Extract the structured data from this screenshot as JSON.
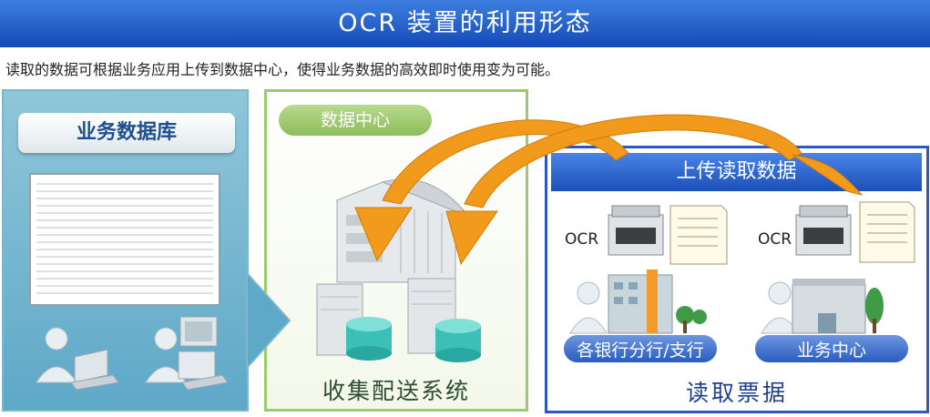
{
  "header": {
    "title": "OCR 装置的利用形态"
  },
  "description": "读取的数据可根据业务应用上传到数据中心，使得业务数据的高效即时使用变为可能。",
  "left_panel": {
    "tab_label": "业务数据库"
  },
  "middle_panel": {
    "pill_label": "数据中心",
    "caption": "收集配送系统"
  },
  "right_panel": {
    "header_label": "上传读取数据",
    "ocr_left": "OCR",
    "ocr_right": "OCR",
    "branch_label": "各银行分行/支行",
    "center_label": "业务中心",
    "caption": "读取票据"
  },
  "colors": {
    "title_blue": "#1449b8",
    "arrow_orange": "#f19a1b",
    "mid_border": "#9bcc6c",
    "right_border": "#2c57c6"
  }
}
